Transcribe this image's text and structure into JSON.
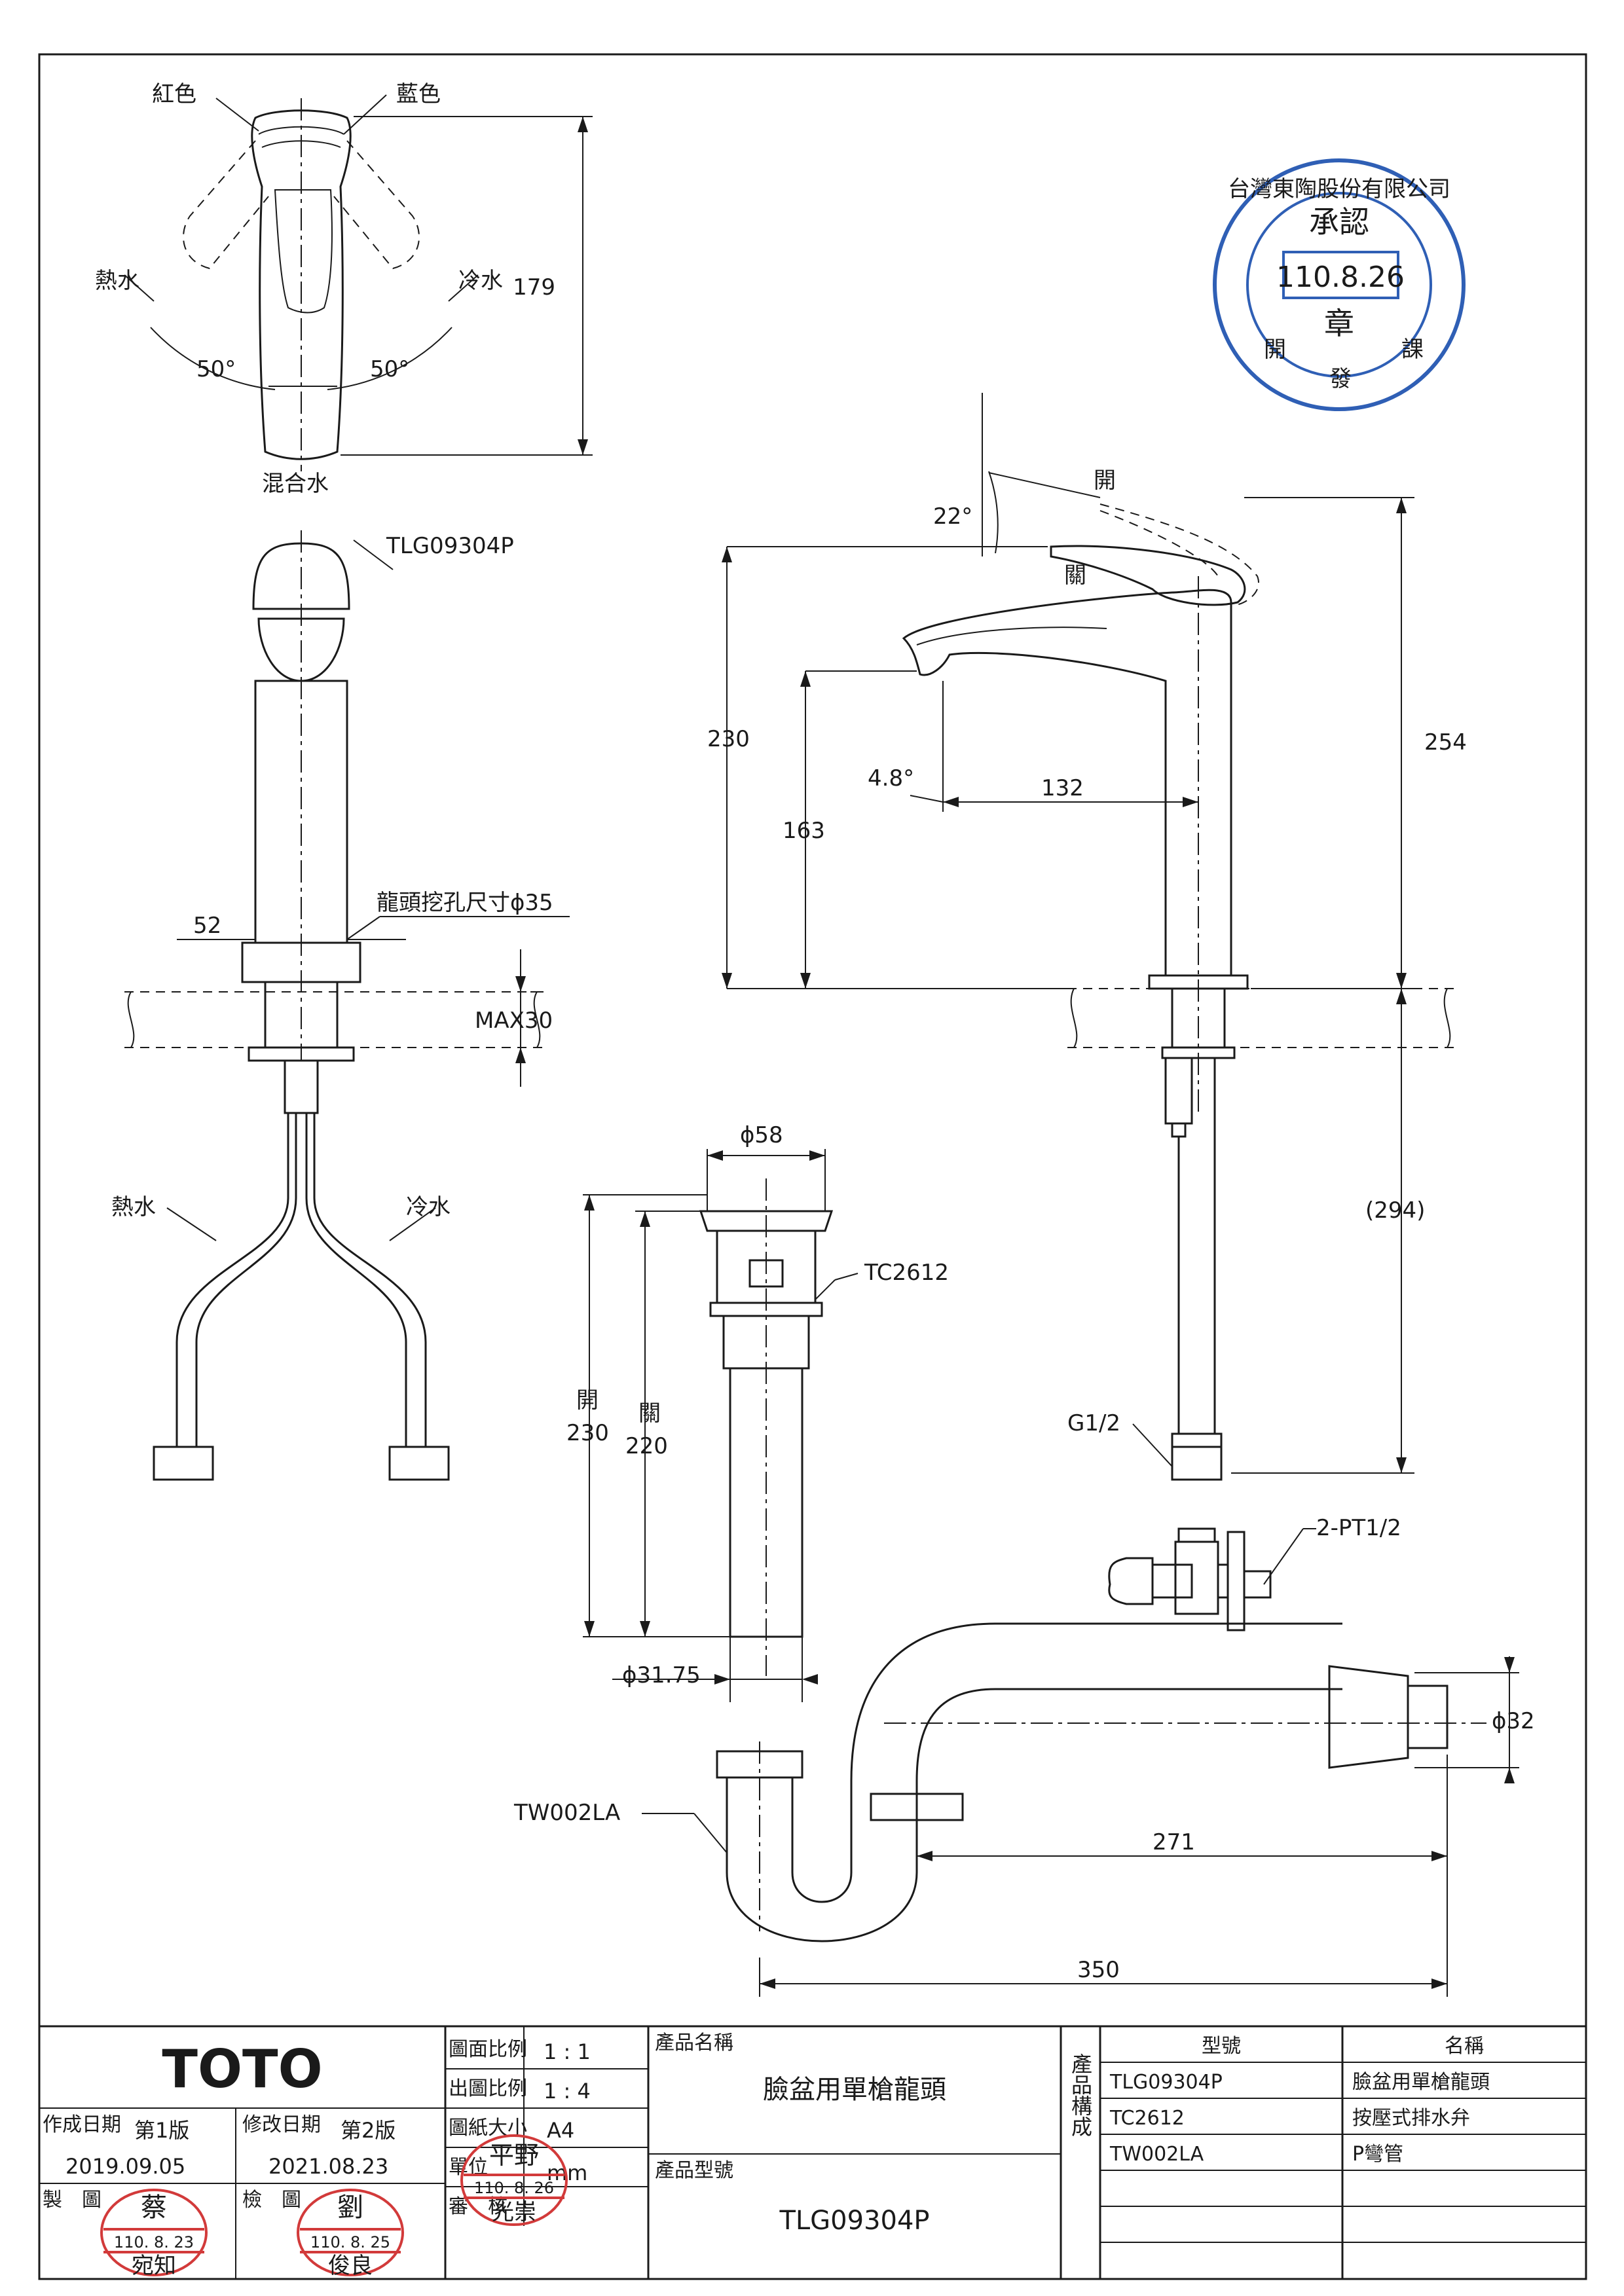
{
  "top_view": {
    "red": "紅色",
    "blue": "藍色",
    "hot": "熱水",
    "cold": "冷水",
    "mixed": "混合水",
    "angle_left": "50°",
    "angle_right": "50°",
    "height": "179"
  },
  "front_view": {
    "model": "TLG09304P",
    "hole_note": "龍頭挖孔尺寸ϕ35",
    "base_width": "52",
    "max_thickness": "MAX30",
    "hot": "熱水",
    "cold": "冷水"
  },
  "side_view": {
    "open": "開",
    "closed": "關",
    "lever_angle": "22°",
    "height": "230",
    "spout_height": "163",
    "spout_angle": "4.8°",
    "spout_reach": "132",
    "total_height": "254",
    "hose_length": "(294)",
    "thread": "G1/2"
  },
  "valve": {
    "label": "2-PT1/2"
  },
  "drain": {
    "diameter_top": "ϕ58",
    "model": "TC2612",
    "open_label": "開",
    "open_height": "230",
    "closed_label": "關",
    "closed_height": "220",
    "diameter_pipe": "ϕ31.75"
  },
  "ptrap": {
    "model": "TW002LA",
    "diameter": "ϕ32",
    "dim_inner": "271",
    "dim_total": "350"
  },
  "stamp": {
    "company": "台灣東陶股份有限公司",
    "approved": "承認",
    "date": "110.8.26",
    "seal": "章",
    "dept_left": "開",
    "dept_mid": "發",
    "dept_right": "課"
  },
  "title_block": {
    "brand": "TOTO",
    "created_label": "作成日期",
    "edition1": "第1版",
    "created_date": "2019.09.05",
    "revised_label": "修改日期",
    "edition2": "第2版",
    "revised_date": "2021.08.23",
    "drawn_label": "製　圖",
    "checked_label": "檢　圖",
    "scale_label": "圖面比例",
    "scale_value": "1 : 1",
    "print_scale_label": "出圖比例",
    "print_scale_value": "1 : 4",
    "paper_label": "圖紙大小",
    "paper_value": "A4",
    "unit_label": "單位",
    "unit_value": "mm",
    "review_label": "審　核",
    "product_name_label": "產品名稱",
    "product_name": "臉盆用單槍龍頭",
    "product_model_label": "產品型號",
    "product_model": "TLG09304P",
    "composition_label": "產品構成",
    "col_model": "型號",
    "col_name": "名稱",
    "parts": [
      {
        "model": "TLG09304P",
        "name": "臉盆用單槍龍頭"
      },
      {
        "model": "TC2612",
        "name": "按壓式排水弁"
      },
      {
        "model": "TW002LA",
        "name": "P彎管"
      }
    ]
  },
  "signatures": {
    "drawn": {
      "name_top": "蔡",
      "date": "110. 8. 23",
      "name_bottom": "宛知"
    },
    "checked": {
      "name_top": "劉",
      "date": "110. 8. 25",
      "name_bottom": "俊良"
    },
    "reviewed": {
      "name_top": "平野",
      "date": "110. 8. 26",
      "name_bottom": "光崇"
    }
  },
  "colors": {
    "line": "#1a1a1a",
    "stamp_blue": "#2f5fb5",
    "stamp_red": "#d23a3a"
  }
}
